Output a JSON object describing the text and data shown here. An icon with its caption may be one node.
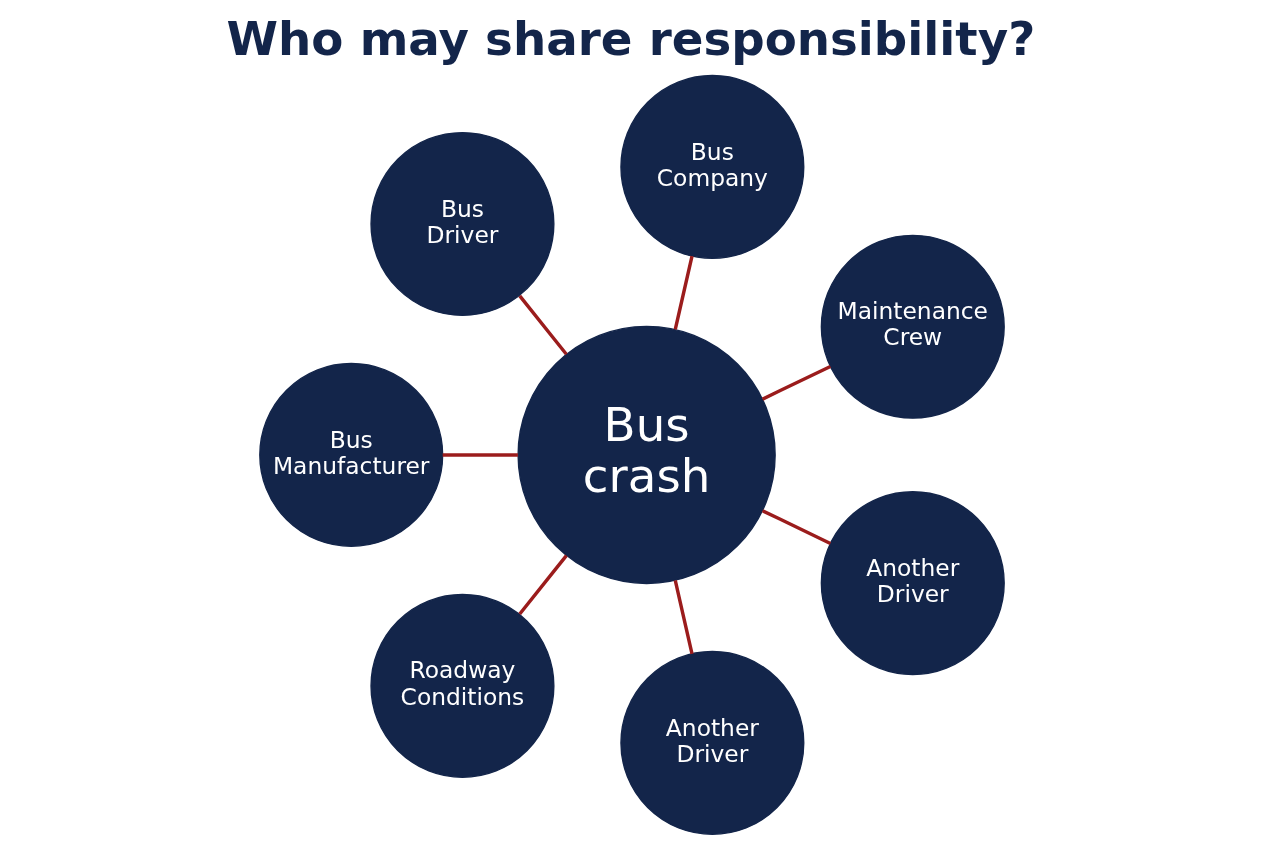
{
  "diagram": {
    "title": "Who may share responsibility?",
    "nodes": [
      {
        "text": [
          "Bus crash"
        ]
      },
      {
        "text": [
          "Bus Driver"
        ]
      },
      {
        "text": [
          "Bus Company"
        ]
      },
      {
        "text": [
          "Bus Manufacturer"
        ]
      },
      {
        "text": [
          "Maintenance Crew"
        ]
      },
      {
        "text": [
          "Roadway Conditions"
        ]
      },
      {
        "text": [
          "Another Driver"
        ]
      },
      {
        "text": [
          "Another Driver"
        ]
      }
    ],
    "edges": [
      {
        "from": 0,
        "to": 1,
        "arrow": "none"
      },
      {
        "from": 0,
        "to": 2,
        "arrow": "none"
      },
      {
        "from": 0,
        "to": 3,
        "arrow": "none"
      },
      {
        "from": 0,
        "to": 4,
        "arrow": "none"
      },
      {
        "from": 0,
        "to": 5,
        "arrow": "none"
      },
      {
        "from": 0,
        "to": 6,
        "arrow": "none"
      },
      {
        "from": 0,
        "to": 7,
        "arrow": "none"
      }
    ]
  }
}
